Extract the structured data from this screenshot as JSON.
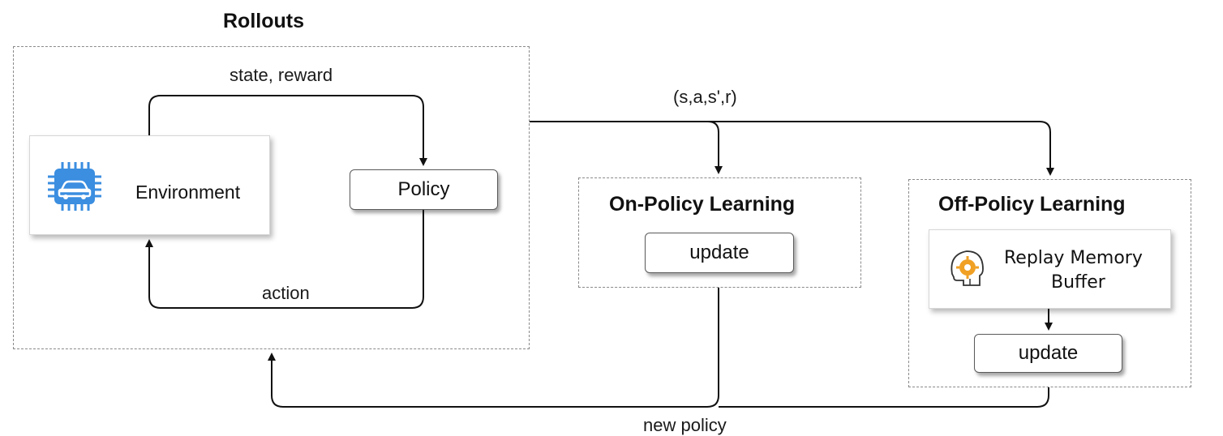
{
  "rollouts": {
    "title": "Rollouts",
    "environment_label": "Environment",
    "environment_icon": "car-chip-icon",
    "policy_label": "Policy",
    "state_reward_label": "state, reward",
    "action_label": "action"
  },
  "transition_label": "(s,a,s',r)",
  "on_policy": {
    "title": "On-Policy Learning",
    "update_label": "update"
  },
  "off_policy": {
    "title": "Off-Policy Learning",
    "replay_label_line1": "Replay Memory",
    "replay_label_line2": "Buffer",
    "replay_icon": "head-gear-icon",
    "update_label": "update"
  },
  "new_policy_label": "new policy",
  "colors": {
    "border": "#8a8a8a",
    "arrow": "#111111",
    "icon_blue": "#3b8ee0",
    "icon_orange": "#f0a024"
  }
}
